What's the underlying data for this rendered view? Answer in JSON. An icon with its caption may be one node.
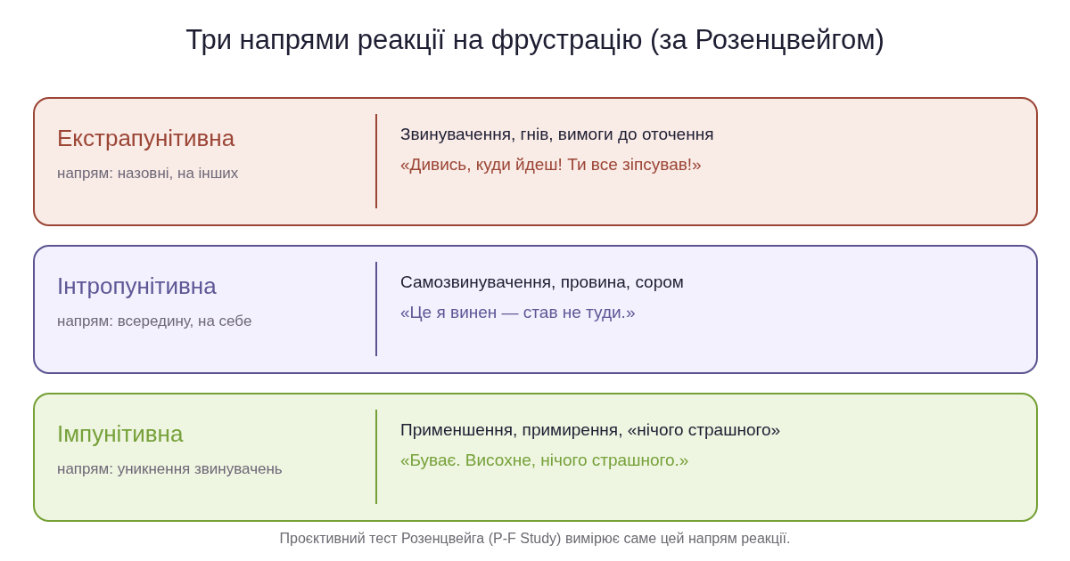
{
  "diagram": {
    "title": "Три напрями реакції на фрустрацію (за Розенцвейгом)",
    "nodes": [
      {
        "text": [
          "Екстрапунітивна",
          "напрям: назовні, на інших",
          "Звинувачення, гнів, вимоги до оточення",
          "«Дивись, куди йдеш! Ти все зіпсував!»"
        ]
      },
      {
        "text": [
          "Інтропунітивна",
          "напрям: всередину, на себе",
          "Самозвинувачення, провина, сором",
          "«Це я винен — став не туди.»"
        ]
      },
      {
        "text": [
          "Імпунітивна",
          "напрям: уникнення звинувачень",
          "Применшення, примирення, «нічого страшного»",
          "«Буває. Висохне, нічого страшного.»"
        ]
      }
    ],
    "caption": "Проєктивний тест Розенцвейга (P-F Study) вимірює саме цей напрям реакції."
  }
}
